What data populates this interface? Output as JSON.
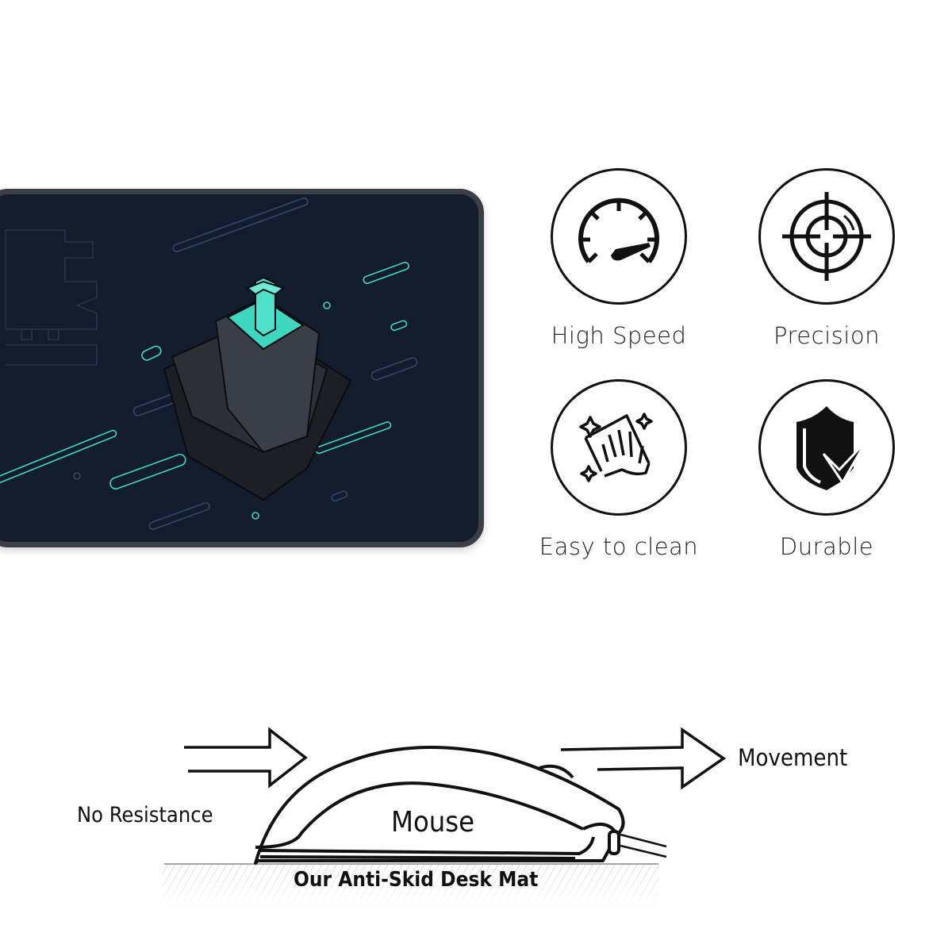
{
  "product_image": {
    "description": "Dark navy desk mat with mechanical keyboard switch illustration (teal stem)",
    "colors": {
      "mat": "#131c2d",
      "border": "#3a3e46",
      "accent": "#3fd6c0",
      "switch_housing": "#2c2f35"
    }
  },
  "features": [
    {
      "icon": "speedometer-icon",
      "label": "High Speed"
    },
    {
      "icon": "crosshair-icon",
      "label": "Precision"
    },
    {
      "icon": "hand-cleaning-icon",
      "label": "Easy to clean"
    },
    {
      "icon": "shield-check-icon",
      "label": "Durable"
    }
  ],
  "diagram": {
    "left_label": "No Resistance",
    "right_label": "Movement",
    "mouse_label": "Mouse",
    "surface_label": "Our Anti-Skid Desk Mat"
  }
}
